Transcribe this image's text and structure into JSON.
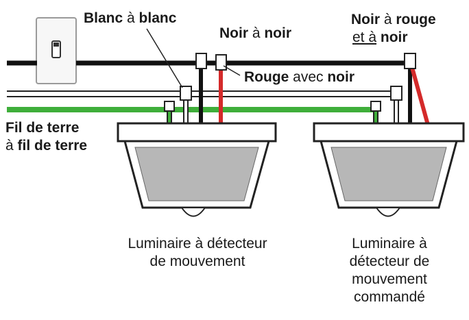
{
  "labels": {
    "white_to_white": {
      "bold1": "Blanc",
      "mid": " à ",
      "bold2": "blanc"
    },
    "black_to_black": {
      "bold1": "Noir",
      "mid": " à ",
      "bold2": "noir"
    },
    "black_to_red": {
      "bold1": "Noir",
      "mid": " à ",
      "bold2": "rouge",
      "line2_under": "et à",
      "line2_space": " ",
      "line2_bold": "noir"
    },
    "red_with_black": {
      "bold1": "Rouge",
      "mid": " avec ",
      "bold2": "noir"
    },
    "ground_to_ground": {
      "line1_bold": "Fil de terre",
      "line2_plain": "à ",
      "line2_bold": "fil de terre"
    }
  },
  "captions": {
    "fixture_1": [
      "Luminaire à détecteur",
      "de mouvement"
    ],
    "fixture_2": [
      "Luminaire à",
      "détecteur de",
      "mouvement",
      "commandé"
    ]
  },
  "colors": {
    "black_wire": "#111111",
    "white_wire": "#ffffff",
    "green_wire": "#3fae3a",
    "red_wire": "#d42a2a",
    "outline": "#222222",
    "lens": "#b7b7b7",
    "switch_plate": "#f7f7f7"
  }
}
